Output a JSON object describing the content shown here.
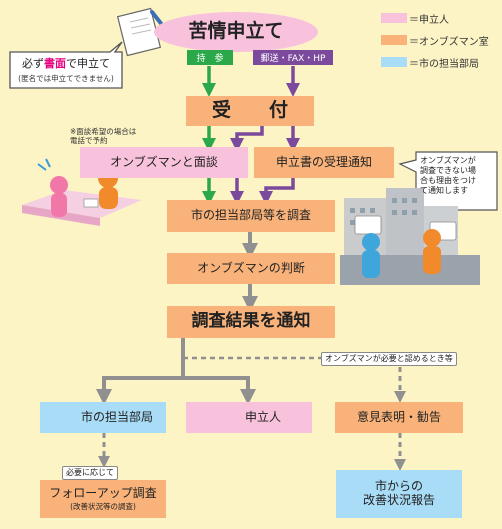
{
  "legend": [
    {
      "label": "＝申立人",
      "color": "#f9c2dc"
    },
    {
      "label": "＝オンブズマン室",
      "color": "#f9b37a"
    },
    {
      "label": "＝市の担当部局",
      "color": "#a9dcf6"
    }
  ],
  "note_must": {
    "prefix": "必ず",
    "highlight": "書面",
    "suffix": "で申立て",
    "sub": "(匿名では申立てできません)"
  },
  "complaint": {
    "title": "苦情申立て",
    "method_carry": "持　参",
    "method_mail": "郵送・FAX・HP"
  },
  "reception": "受　　付",
  "interview_note": "※面談希望の場合は\n電話で予約",
  "interview": "オンブズマンと面談",
  "receipt_notice": "申立書の受理通知",
  "note_cannot": "オンブズマンが\n調査できない場\n合も理由をつけ\nて通知します",
  "investigate": "市の担当部局等を調査",
  "judgment": "オンブズマンの判断",
  "result_notice": "調査結果を通知",
  "when_needed": "オンブズマンが必要と認めるとき等",
  "dept": "市の担当部局",
  "applicant": "申立人",
  "opinion": "意見表明・勧告",
  "as_needed": "必要に応じて",
  "followup": "フォローアップ調査",
  "followup_sub": "(改善状況等の調査)",
  "city_report": "市からの\n改善状況報告",
  "colors": {
    "orange": "#f9b37a",
    "pink": "#f9c2dc",
    "blue": "#a9dcf6",
    "green": "#2aa84a",
    "purple": "#7b4a9c",
    "gray": "#909090",
    "highlight": "#e5007f"
  }
}
